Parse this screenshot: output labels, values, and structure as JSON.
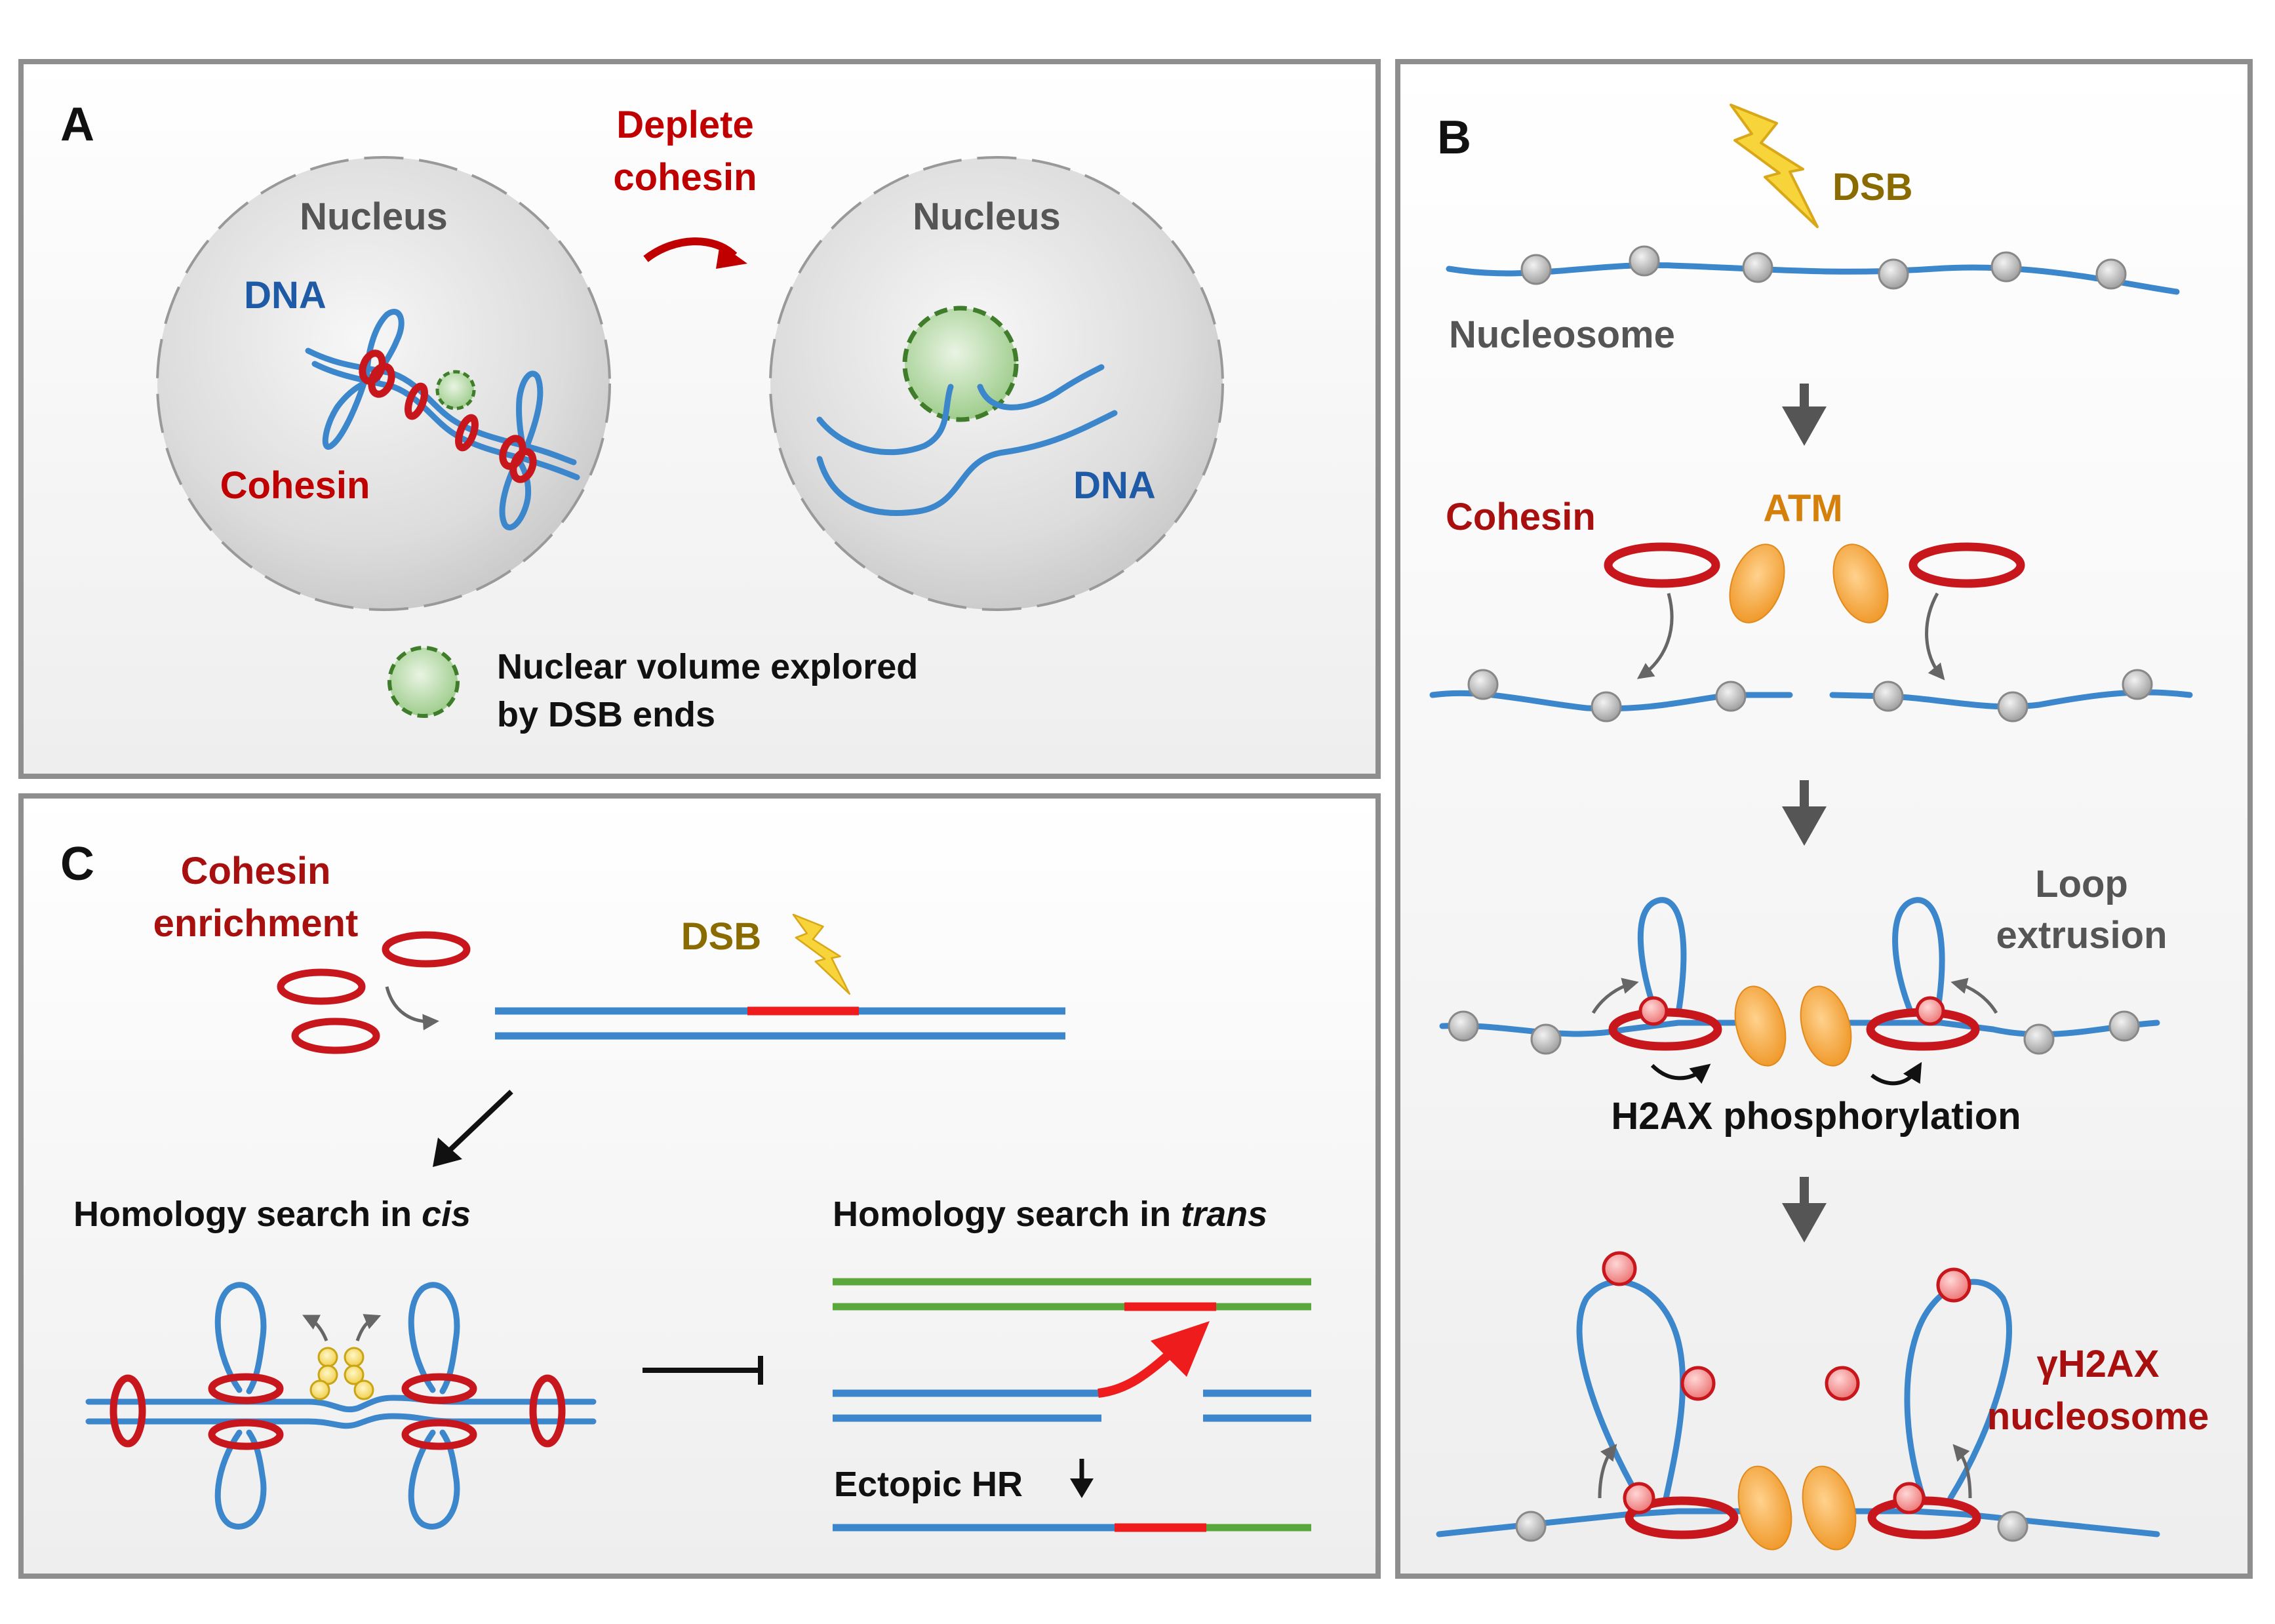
{
  "panelA": {
    "letter": "A",
    "nucleus_label_left": "Nucleus",
    "nucleus_label_right": "Nucleus",
    "dna_label_left": "DNA",
    "dna_label_right": "DNA",
    "cohesin_label": "Cohesin",
    "deplete_line1": "Deplete",
    "deplete_line2": "cohesin",
    "legend_line1": "Nuclear volume explored",
    "legend_line2": "by DSB ends"
  },
  "panelB": {
    "letter": "B",
    "dsb_label": "DSB",
    "nucleosome_label": "Nucleosome",
    "cohesin_label": "Cohesin",
    "atm_label": "ATM",
    "loop_line1": "Loop",
    "loop_line2": "extrusion",
    "h2ax_label": "H2AX phosphorylation",
    "gamma_line1": "γH2AX",
    "gamma_line2": "nucleosome"
  },
  "panelC": {
    "letter": "C",
    "enrich_line1": "Cohesin",
    "enrich_line2": "enrichment",
    "dsb_label": "DSB",
    "cis_prefix": "Homology search in ",
    "cis_em": "cis",
    "trans_prefix": "Homology search in ",
    "trans_em": "trans",
    "ectopic_label": "Ectopic HR"
  },
  "colors": {
    "dna": "#3c87cc",
    "cohesin": "#c8171c",
    "atm": "#f3a13a",
    "homolog": "#5aa83c",
    "break": "#ee1c1c",
    "lightning": "#f7d53a"
  }
}
